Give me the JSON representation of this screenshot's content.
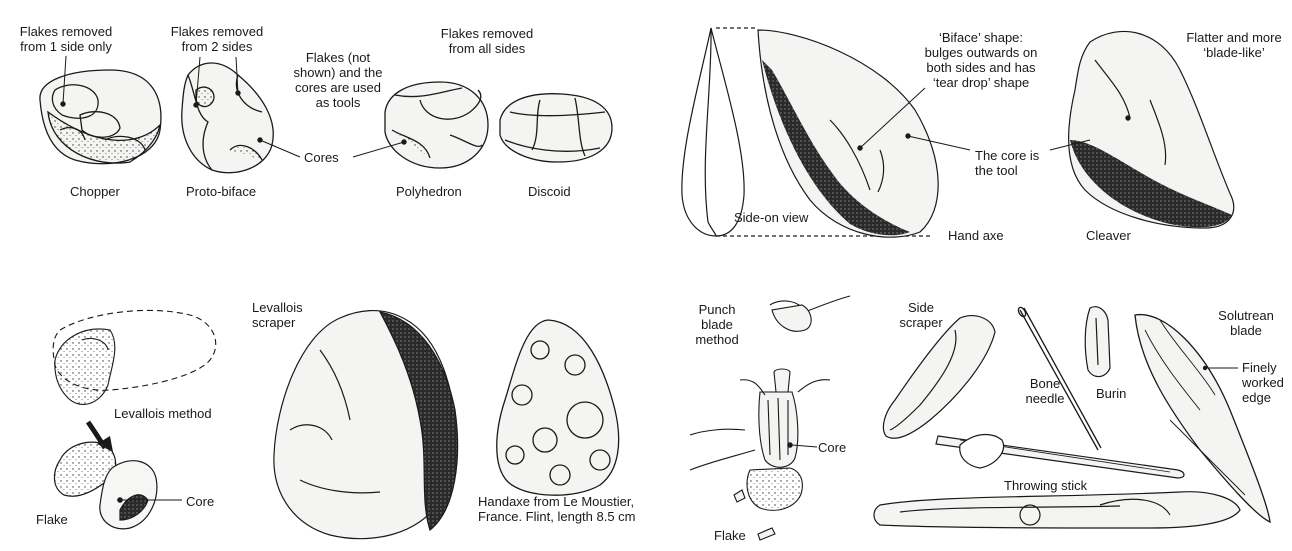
{
  "colors": {
    "ink": "#1a1a1a",
    "stone_fill": "#f4f4f2",
    "dark_face": "#262626",
    "background": "#ffffff"
  },
  "top_left": {
    "flakes_one_side": "Flakes removed\nfrom 1 side only",
    "flakes_two_sides": "Flakes removed\nfrom 2 sides",
    "flakes_used": "Flakes (not\nshown) and the\ncores are used\nas tools",
    "flakes_all_sides": "Flakes removed\nfrom all sides",
    "cores": "Cores",
    "chopper": "Chopper",
    "proto_biface": "Proto-biface",
    "polyhedron": "Polyhedron",
    "discoid": "Discoid"
  },
  "top_right": {
    "biface_shape": "‘Biface’ shape:\nbulges outwards on\nboth sides and has\n‘tear drop’ shape",
    "flatter": "Flatter and more\n‘blade-like’",
    "core_is_tool": "The core is\nthe tool",
    "side_on_view": "Side-on view",
    "hand_axe": "Hand axe",
    "cleaver": "Cleaver"
  },
  "bottom_left": {
    "levallois_method": "Levallois method",
    "flake": "Flake",
    "core": "Core",
    "levallois_scraper": "Levallois\nscraper",
    "handaxe_caption": "Handaxe from Le Moustier,\nFrance. Flint, length 8.5 cm"
  },
  "bottom_right": {
    "punch_blade": "Punch\nblade\nmethod",
    "core": "Core",
    "flake": "Flake",
    "side_scraper": "Side\nscraper",
    "bone_needle": "Bone\nneedle",
    "burin": "Burin",
    "solutrean_blade": "Solutrean\nblade",
    "finely_worked": "Finely\nworked\nedge",
    "throwing_stick": "Throwing stick"
  }
}
